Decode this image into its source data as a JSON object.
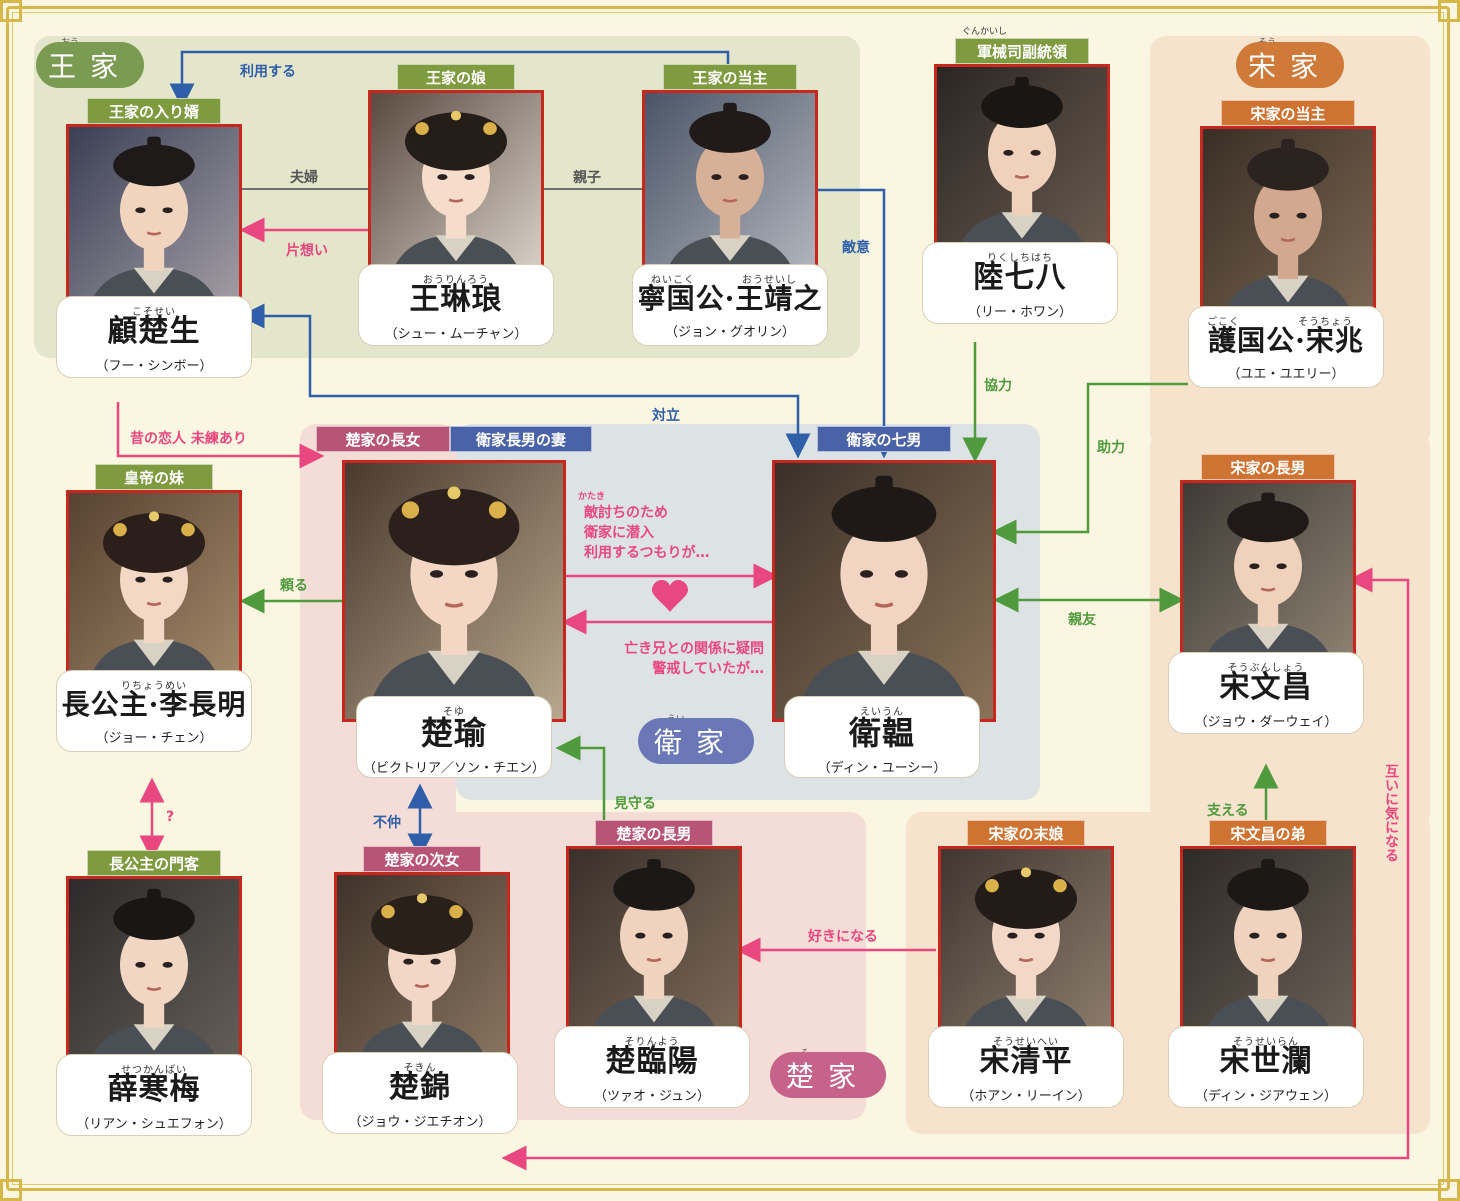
{
  "families": {
    "wang": {
      "label": "王家",
      "ruby": "おう",
      "color": "#7b9a52"
    },
    "song": {
      "label": "宋家",
      "ruby": "そう",
      "color": "#d07a3a"
    },
    "wei": {
      "label": "衛家",
      "ruby": "えい",
      "color": "#6a78b8"
    },
    "chu": {
      "label": "楚家",
      "ruby": "そ",
      "color": "#c7628a"
    }
  },
  "characters": {
    "guchusheng": {
      "tag": "王家の入り婿",
      "ruby": "こそせい",
      "name": "顧楚生",
      "actor": "（フー・シンボー）"
    },
    "wanglinlang": {
      "tag": "王家の娘",
      "ruby": "おうりんろう",
      "name": "王琳琅",
      "actor": "（シュー・ムーチャン）"
    },
    "wangjingzhi": {
      "tag": "王家の当主",
      "ruby_a": "ねいこく",
      "ruby_b": "おうせいし",
      "name": "寧国公·王靖之",
      "actor": "（ジョン・グオリン）"
    },
    "luqiba": {
      "tag": "軍械司副統領",
      "tag_ruby": "ぐんかいし",
      "ruby": "りくしちはち",
      "name": "陸七八",
      "actor": "（リー・ホワン）"
    },
    "songzhao": {
      "tag": "宋家の当主",
      "ruby_a": "ごこく",
      "ruby_b": "そうちょう",
      "name": "護国公·宋兆",
      "actor": "（ユエ・ユエリー）"
    },
    "lichangming": {
      "tag": "皇帝の妹",
      "ruby": "りちょうめい",
      "name": "長公主·李長明",
      "actor": "（ジョー・チェン）"
    },
    "chuyu": {
      "tag": "楚家の長女",
      "tag2": "衛家長男の妻",
      "ruby": "そゆ",
      "name": "楚瑜",
      "actor": "（ビクトリア／ソン・チエン）"
    },
    "weiyun": {
      "tag": "衛家の七男",
      "ruby": "えいうん",
      "name": "衛韞",
      "actor": "（ディン・ユーシー）"
    },
    "songwenchang": {
      "tag": "宋家の長男",
      "ruby": "そうぶんしょう",
      "name": "宋文昌",
      "actor": "（ジョウ・ダーウェイ）"
    },
    "xuehanmei": {
      "tag": "長公主の門客",
      "ruby": "せつかんばい",
      "name": "薛寒梅",
      "actor": "（リアン・シュエフォン）"
    },
    "chujin": {
      "tag": "楚家の次女",
      "ruby": "そきん",
      "name": "楚錦",
      "actor": "（ジョウ・ジエチオン）"
    },
    "chulinyang": {
      "tag": "楚家の長男",
      "ruby": "そりんよう",
      "name": "楚臨陽",
      "actor": "（ツァオ・ジュン）"
    },
    "songqingping": {
      "tag": "宋家の末娘",
      "ruby": "そうせいへい",
      "name": "宋清平",
      "actor": "（ホアン・リーイン）"
    },
    "songshilan": {
      "tag": "宋文昌の弟",
      "ruby": "そうせいらん",
      "name": "宋世瀾",
      "actor": "（ディン・ジアウェン）"
    }
  },
  "relations": {
    "riyou": "利用する",
    "fuufu": "夫婦",
    "oyako": "親子",
    "kataomoi": "片想い",
    "tekii": "敵意",
    "kyouryoku": "協力",
    "tairitsu": "対立",
    "mukashi": "昔の恋人 未練あり",
    "joryoku": "助力",
    "tayoru": "頼る",
    "shinyu": "親友",
    "katakiuchi_ruby": "かたき",
    "katakiuchi": [
      "敵討ちのため",
      "衛家に潜入",
      "利用するつもりが…"
    ],
    "keikai": [
      "亡き兄との関係に疑問",
      "警戒していたが…"
    ],
    "question": "?",
    "funaka": "不仲",
    "mimamoru": "見守る",
    "sasaeru": "支える",
    "sukininaru": "好きになる",
    "tagaini": "互いに気になる"
  },
  "colors": {
    "gray": "#6f6f6f",
    "pink": "#e8477f",
    "blue": "#2f5fa8",
    "green": "#4f9a3c",
    "tag_green": "#7e9b3f",
    "tag_pink": "#b85577",
    "tag_blue": "#4a62a8",
    "tag_orange": "#cf7332",
    "portrait_border": "#c8271e"
  }
}
